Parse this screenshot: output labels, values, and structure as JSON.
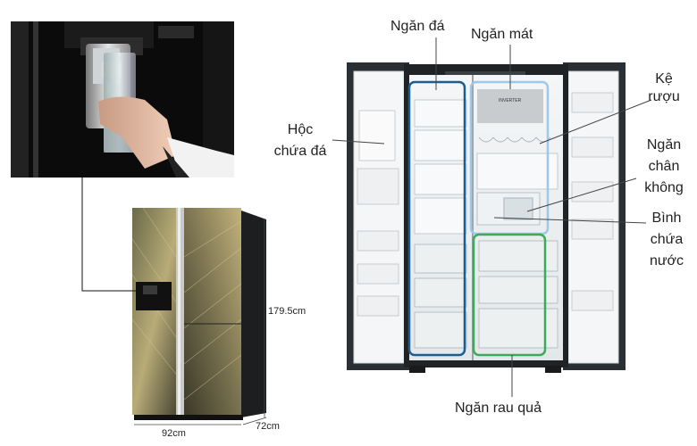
{
  "labels": {
    "ngan_da": "Ngăn đá",
    "ngan_mat": "Ngăn mát",
    "hoc_chua_da": [
      "Hộc",
      "chứa đá"
    ],
    "ke_ruou": [
      "Kệ",
      "rượu"
    ],
    "ngan_chan_khong": [
      "Ngăn",
      "chân",
      "không"
    ],
    "binh_chua_nuoc": [
      "Bình",
      "chứa",
      "nước"
    ],
    "ngan_rau_qua": "Ngăn rau quả"
  },
  "dimensions": {
    "height": "179.5cm",
    "width": "92cm",
    "depth": "72cm"
  },
  "panel_brand_text": "INVERTER",
  "colors": {
    "freezer_outline": "#1d5c8f",
    "cooler_outline": "#9ec8e8",
    "veg_outline": "#3caa5a",
    "fridge_body": "#2a2f33",
    "dispenser_bg": "#0d0d0d"
  }
}
